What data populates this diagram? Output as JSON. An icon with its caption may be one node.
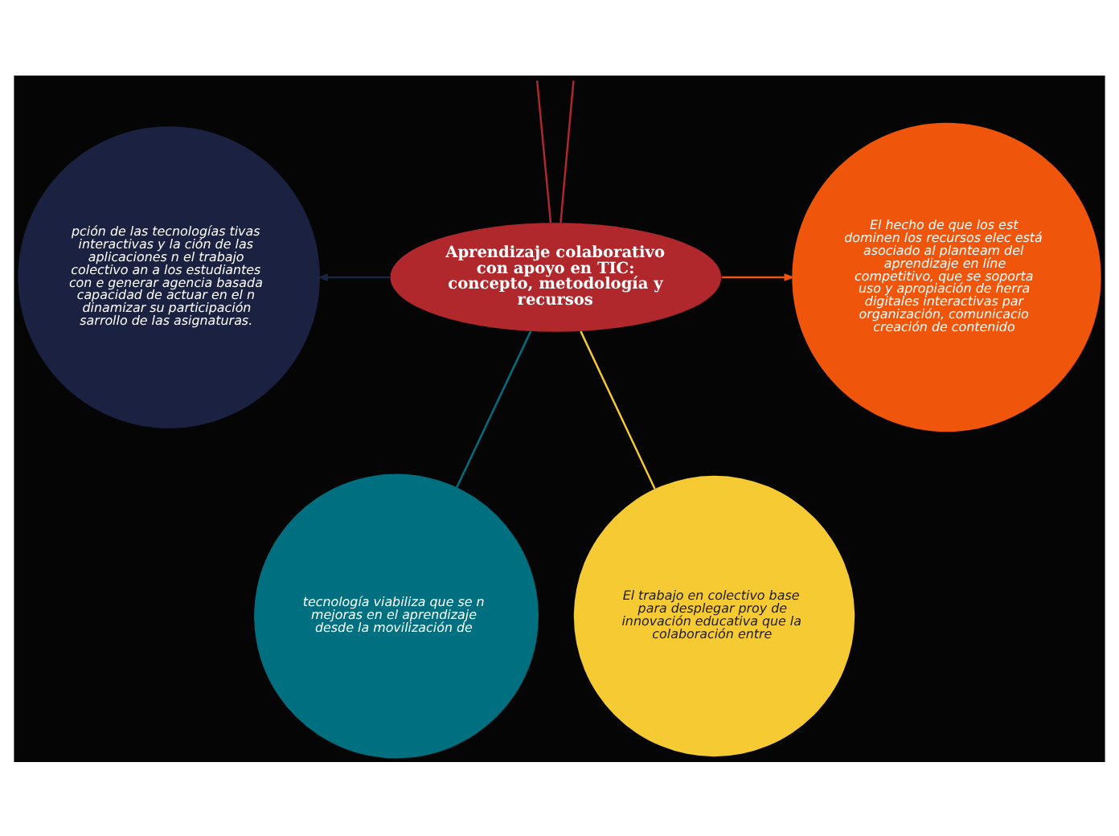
{
  "diagram": {
    "nodes": [
      {
        "text": [
          "pción de las tecnologías tivas interactivas y la ción de las aplicaciones n el trabajo colectivo an a los estudiantes con e generar agencia basada capacidad de actuar en el n dinamizar su participación sarrollo de las asignaturas."
        ]
      },
      {
        "text": [
          "El hecho de que los est dominen los recursos elec está asociado al planteam del aprendizaje en líne competitivo, que se soporta uso y apropiación de herra digitales interactivas par organización, comunicacio creación de contenido"
        ]
      },
      {
        "text": [
          "Aprendizaje colaborativo con apoyo en TIC: concepto, metodología y recursos"
        ]
      },
      {
        "text": [
          "tecnología viabiliza que se n mejoras en el aprendizaje desde la movilización de"
        ]
      },
      {
        "text": [
          "El trabajo en colectivo base para desplegar proy de innovación educativa que la colaboración entre"
        ]
      }
    ],
    "edges": [
      {
        "from": 2,
        "to": 0,
        "arrow": "to",
        "color": "#1c2442"
      },
      {
        "from": 2,
        "to": 1,
        "arrow": "to",
        "color": "#ef550b"
      },
      {
        "from": 2,
        "to": 3,
        "arrow": "none",
        "color": "#007080"
      },
      {
        "from": 2,
        "to": 4,
        "arrow": "none",
        "color": "#f6ca33"
      },
      {
        "from": 2,
        "to": null,
        "arrow": "none",
        "color": "#b0282c"
      },
      {
        "from": 2,
        "to": null,
        "arrow": "none",
        "color": "#b0282c"
      }
    ]
  }
}
